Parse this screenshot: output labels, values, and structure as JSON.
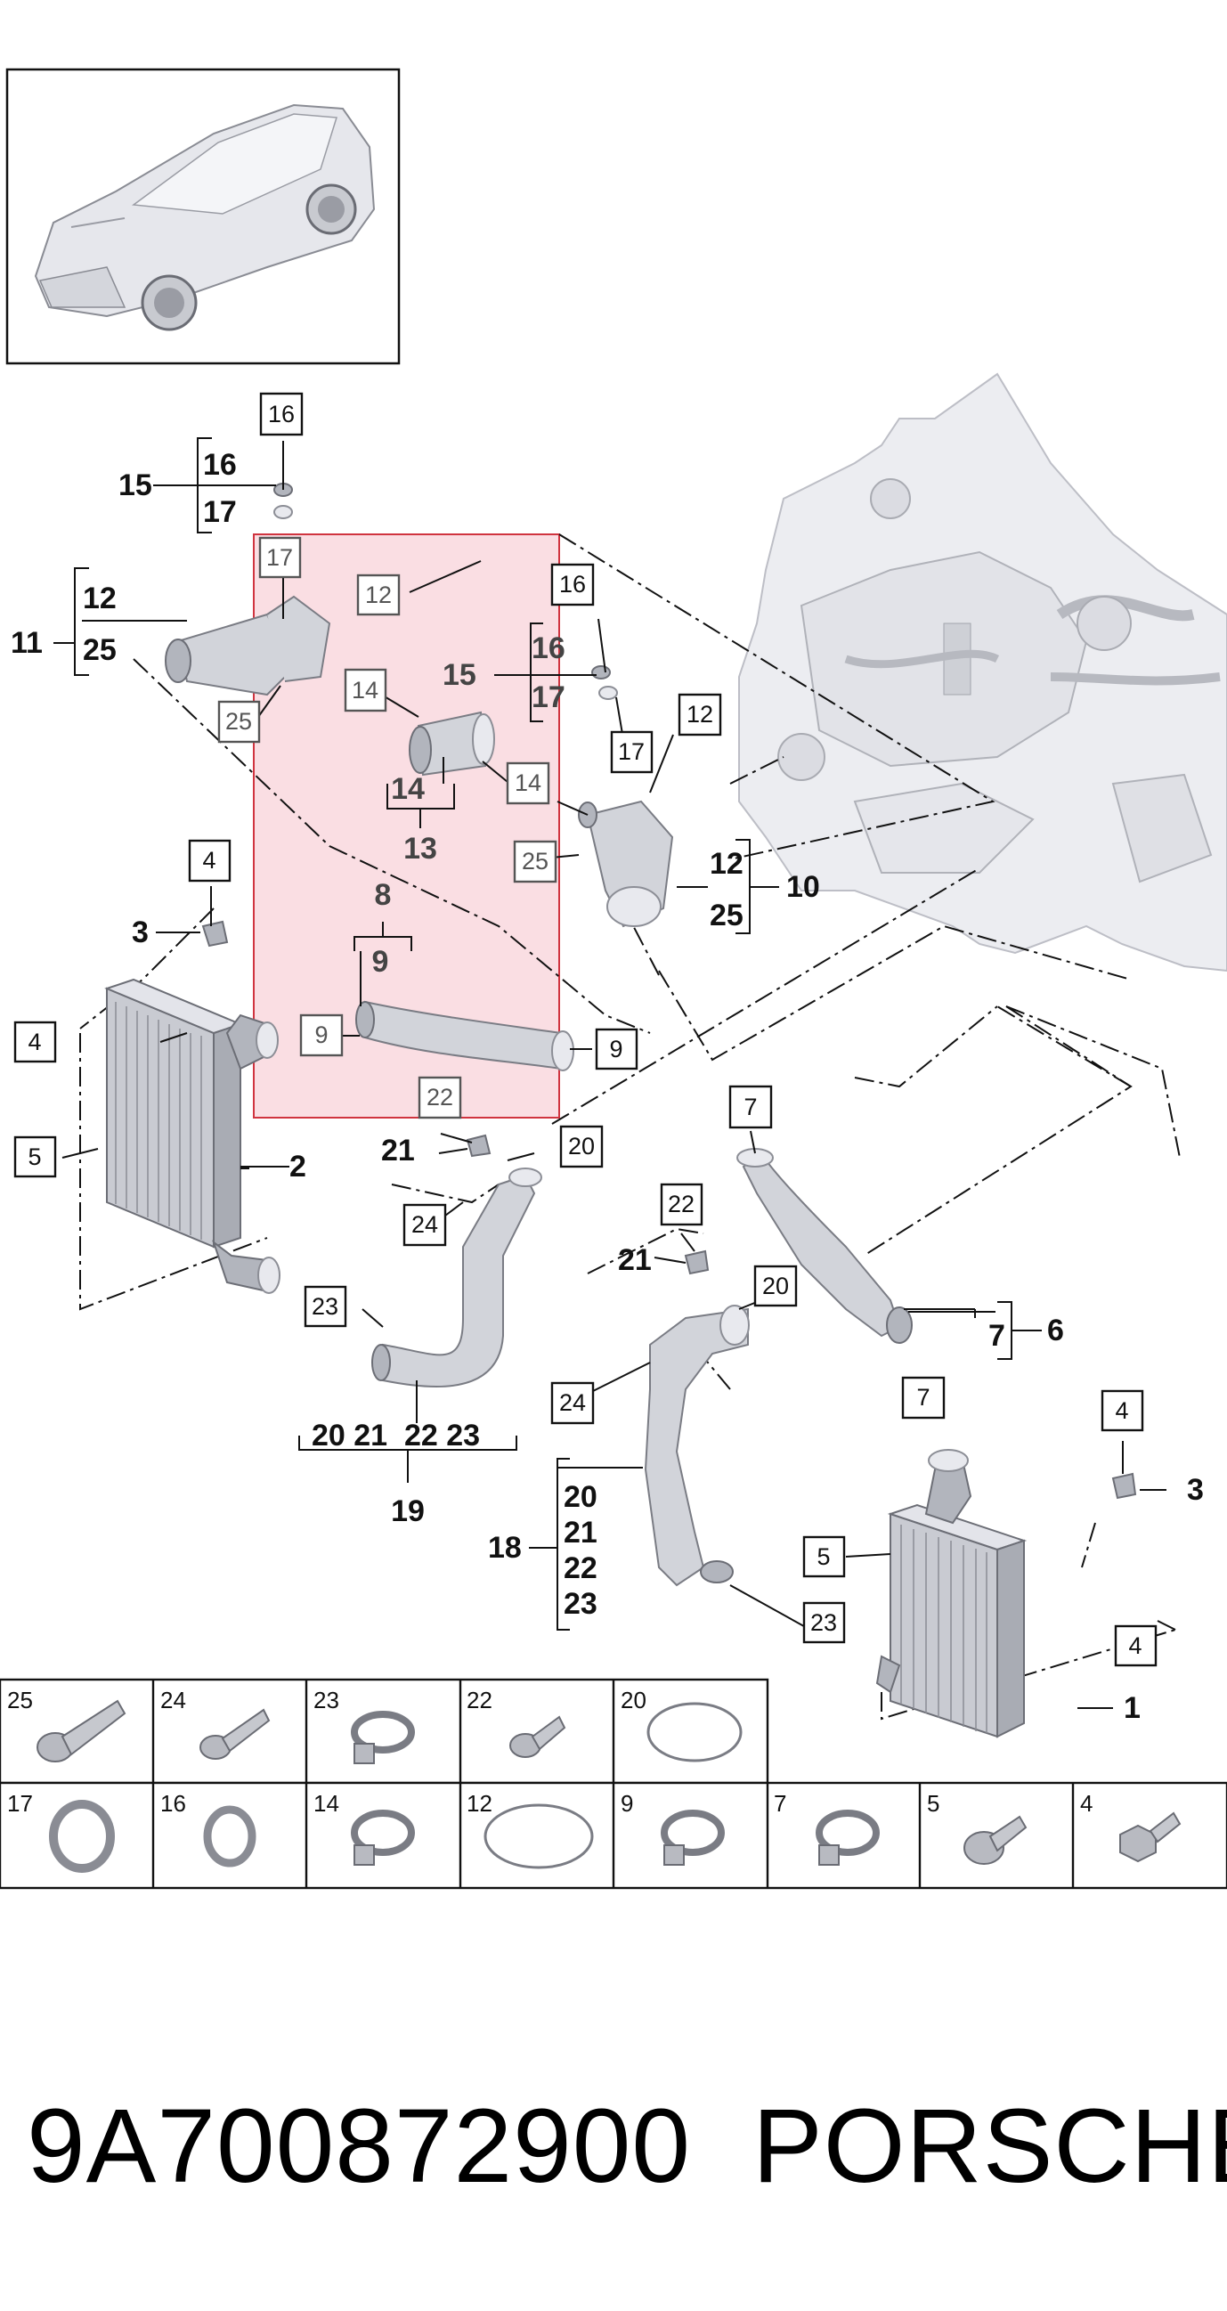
{
  "callouts": {
    "c16a": "16",
    "c17a": "17",
    "c12a": "12",
    "c25a": "25",
    "c14a": "14",
    "c14b": "14",
    "c16b": "16",
    "c17b": "17",
    "c12b": "12",
    "c25b": "25",
    "c4a": "4",
    "c4b": "4",
    "c5a": "5",
    "c9a": "9",
    "c9b": "9",
    "c22a": "22",
    "c20a": "20",
    "c24a": "24",
    "c23a": "23",
    "c7a": "7",
    "c22b": "22",
    "c20b": "20",
    "c24b": "24",
    "c7b": "7",
    "c4c": "4",
    "c5b": "5",
    "c23b": "23",
    "c4d": "4"
  },
  "labels": {
    "g15": "15",
    "g15_16": "16",
    "g15_17": "17",
    "g11": "11",
    "g11_12": "12",
    "g11_25": "25",
    "g15b": "15",
    "g15b_16": "16",
    "g15b_17": "17",
    "g13": "13",
    "g13_14a": "14",
    "g13_14b": "14",
    "g10": "10",
    "g10_12": "12",
    "g10_25": "25",
    "g8": "8",
    "g8_9": "9",
    "l3a": "3",
    "l2": "2",
    "l21a": "21",
    "l21b": "21",
    "g19": "19",
    "g19_row": "20 21  22 23",
    "g6": "6",
    "g6_7": "7",
    "g18": "18",
    "g18_20": "20",
    "g18_21": "21",
    "g18_22": "22",
    "g18_23": "23",
    "l3b": "3",
    "l1": "1"
  },
  "grid": {
    "row1": [
      "25",
      "24",
      "23",
      "22",
      "20"
    ],
    "row2": [
      "17",
      "16",
      "14",
      "12",
      "9",
      "7",
      "5",
      "4"
    ]
  },
  "footer": {
    "part_number": "9A700872900",
    "brand": "PORSCHE"
  },
  "colors": {
    "highlight_fill": "#f8d3da",
    "highlight_stroke": "#d0343f",
    "line": "#111111"
  },
  "icons": [
    "car-thumbnail",
    "engine-illustration",
    "intercooler",
    "charge-air-pipe",
    "hose-clamp",
    "bolt",
    "o-ring",
    "seal-ring"
  ]
}
